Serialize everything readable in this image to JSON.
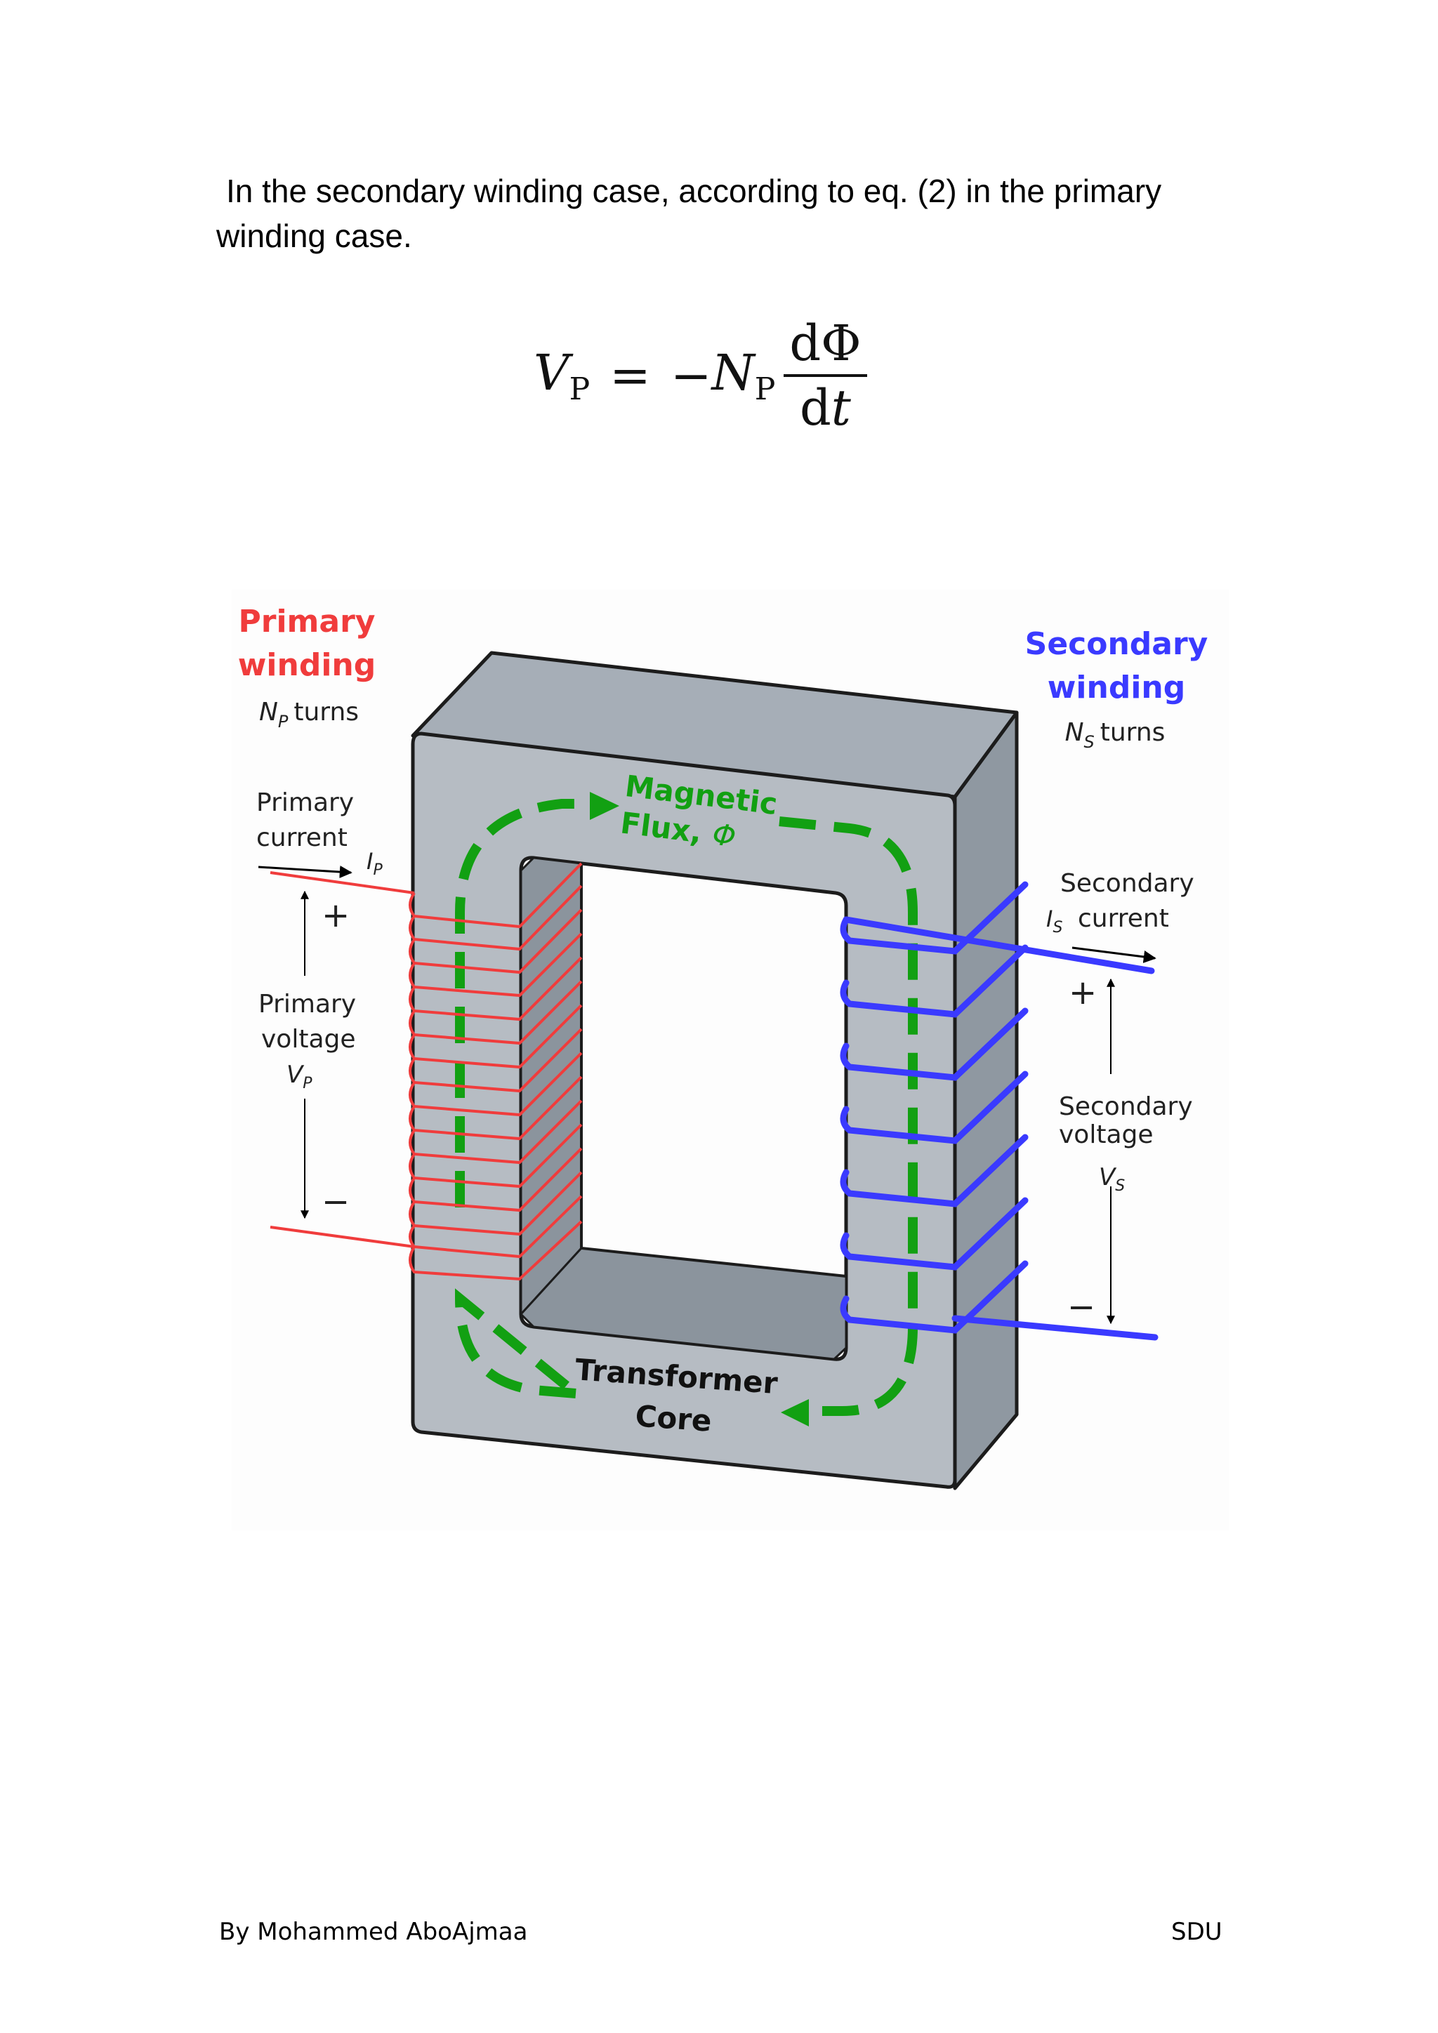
{
  "paragraph": " In the secondary winding case, according to eq. (2) in the primary winding case.",
  "equation": {
    "lhs": "V",
    "lhs_sub": "P",
    "equals": "=",
    "minus": "−",
    "coef": "N",
    "coef_sub": "P",
    "numerator": "dΦ",
    "denominator": "dt"
  },
  "figure": {
    "primary_title_1": "Primary",
    "primary_title_2": "winding",
    "primary_turns_sym": "N",
    "primary_turns_sub": "P",
    "primary_turns_word": "turns",
    "primary_current_1": "Primary",
    "primary_current_2": "current",
    "primary_current_sym": "I",
    "primary_current_sub": "P",
    "primary_voltage_1": "Primary",
    "primary_voltage_2": "voltage",
    "primary_voltage_sym": "V",
    "primary_voltage_sub": "P",
    "plus": "+",
    "minus": "−",
    "secondary_title_1": "Secondary",
    "secondary_title_2": "winding",
    "secondary_turns_sym": "N",
    "secondary_turns_sub": "S",
    "secondary_turns_word": "turns",
    "secondary_current_1": "Secondary",
    "secondary_current_sym": "I",
    "secondary_current_sub": "S",
    "secondary_current_2": "current",
    "secondary_voltage_1": "Secondary",
    "secondary_voltage_2": "voltage",
    "secondary_voltage_sym": "V",
    "secondary_voltage_sub": "S",
    "flux_1": "Magnetic",
    "flux_2": "Flux,",
    "flux_sym": "Φ",
    "core_1": "Transformer",
    "core_2": "Core",
    "colors": {
      "primary": "#f03c3c",
      "secondary": "#3a3aff",
      "flux": "#12a012",
      "core_front": "#b6bcc3",
      "core_side": "#8f98a1"
    }
  },
  "footer": {
    "author": "By Mohammed AboAjmaa",
    "org": "SDU"
  }
}
